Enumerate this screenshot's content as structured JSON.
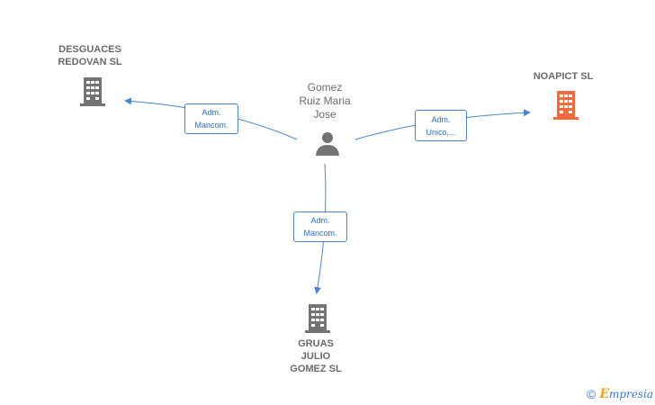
{
  "diagram": {
    "person": {
      "name": "Gomez\nRuiz Maria\nJose",
      "icon": "person-icon"
    },
    "companies": [
      {
        "id": "desguaces",
        "name": "DESGUACES\nREDOVAN SL",
        "icon": "building-icon",
        "color": "#737373"
      },
      {
        "id": "noapict",
        "name": "NOAPICT SL",
        "icon": "building-icon",
        "color": "#f26a3d"
      },
      {
        "id": "gruas",
        "name": "GRUAS\nJULIO\nGOMEZ SL",
        "icon": "building-icon",
        "color": "#737373"
      }
    ],
    "relations": [
      {
        "to": "desguaces",
        "label_1": "Adm.",
        "label_2": "Mancom."
      },
      {
        "to": "noapict",
        "label_1": "Adm.",
        "label_2": "Unico,..."
      },
      {
        "to": "gruas",
        "label_1": "Adm.",
        "label_2": "Mancom."
      }
    ],
    "edge_color": "#4a86c8"
  },
  "brand": {
    "copyright": "©",
    "e": "E",
    "rest": "mpresia"
  }
}
